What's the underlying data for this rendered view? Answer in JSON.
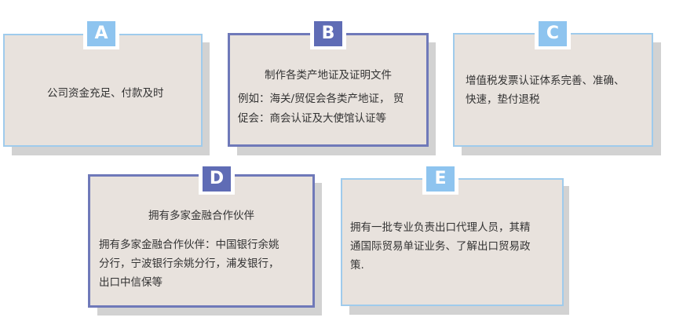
{
  "cards": {
    "a": {
      "letter": "A",
      "lines": [
        "公司资金充足、付款及时"
      ]
    },
    "b": {
      "letter": "B",
      "title": "制作各类产地证及证明文件",
      "lines": [
        "例如：海关/贸促会各类产地证， 贸",
        "促会：商会认证及大使馆认证等"
      ]
    },
    "c": {
      "letter": "C",
      "lines": [
        "增值税发票认证体系完善、准确、",
        "快速，垫付退税"
      ]
    },
    "d": {
      "letter": "D",
      "title": "拥有多家金融合作伙伴",
      "lines": [
        "拥有多家金融合作伙伴：中国银行余姚",
        "分行，宁波银行余姚分行，浦发银行，",
        "出口中信保等"
      ]
    },
    "e": {
      "letter": "E",
      "lines": [
        "拥有一批专业负责出口代理人员，其精",
        "通国际贸易单证业务、了解出口贸易政",
        "策."
      ]
    }
  }
}
